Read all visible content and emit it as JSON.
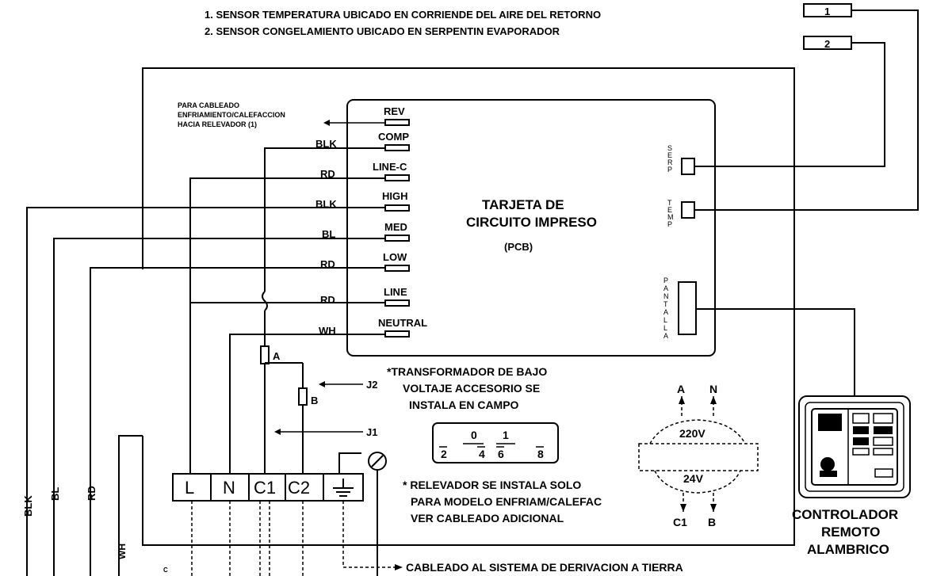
{
  "notes": {
    "line1": "1. SENSOR TEMPERATURA UBICADO EN CORRIENDE DEL AIRE DEL RETORNO",
    "line2": "2. SENSOR CONGELAMIENTO UBICADO EN SERPENTIN EVAPORADOR"
  },
  "sensors": {
    "s1": "1",
    "s2": "2"
  },
  "side_note": {
    "line1": "PARA CABLEADO",
    "line2": "ENFRIAMIENTO/CALEFACCION",
    "line3": "HACIA RELEVADOR (1)"
  },
  "pcb": {
    "title1": "TARJETA DE",
    "title2": "CIRCUITO IMPRESO",
    "title3": "(PCB)",
    "serp": [
      "S",
      "E",
      "R",
      "P"
    ],
    "temp": [
      "T",
      "E",
      "M",
      "P"
    ],
    "pantalla": [
      "P",
      "A",
      "N",
      "T",
      "A",
      "L",
      "L",
      "A"
    ],
    "pins": [
      "REV",
      "COMP",
      "LINE-C",
      "HIGH",
      "MED",
      "LOW",
      "LINE",
      "NEUTRAL"
    ]
  },
  "wire_labels": {
    "comp": "BLK",
    "linec": "RD",
    "high": "BLK",
    "med": "BL",
    "low": "RD",
    "line": "RD",
    "neutral": "WH"
  },
  "side_wires": {
    "blk": "BLK",
    "bl": "BL",
    "rd": "RD",
    "wh": "WH",
    "c": "C"
  },
  "fuses": {
    "a": "A",
    "b": "B"
  },
  "jumpers": {
    "j2": "J2",
    "j1": "J1"
  },
  "transformer_note": {
    "line1": "*TRANSFORMADOR DE BAJO",
    "line2": "VOLTAJE ACCESORIO SE",
    "line3": "INSTALA EN CAMPO"
  },
  "relay_pins": {
    "p0": "0",
    "p1": "1",
    "p2": "2",
    "p4": "4",
    "p6": "6",
    "p8": "8"
  },
  "relay_note": {
    "line1": "* RELEVADOR SE INSTALA SOLO",
    "line2": "PARA MODELO ENFRIAM/CALEFAC",
    "line3": "VER CABLEADO ADICIONAL"
  },
  "transformer": {
    "top_a": "A",
    "top_n": "N",
    "v220": "220V",
    "v24": "24V",
    "bottom_c1": "C1",
    "bottom_b": "B"
  },
  "terminal_block": [
    "L",
    "N",
    "C1",
    "C2"
  ],
  "ground_note": "CABLEADO AL SISTEMA DE DERIVACION A TIERRA",
  "controller": {
    "line1": "CONTROLADOR",
    "line2": "REMOTO",
    "line3": "ALAMBRICO"
  }
}
